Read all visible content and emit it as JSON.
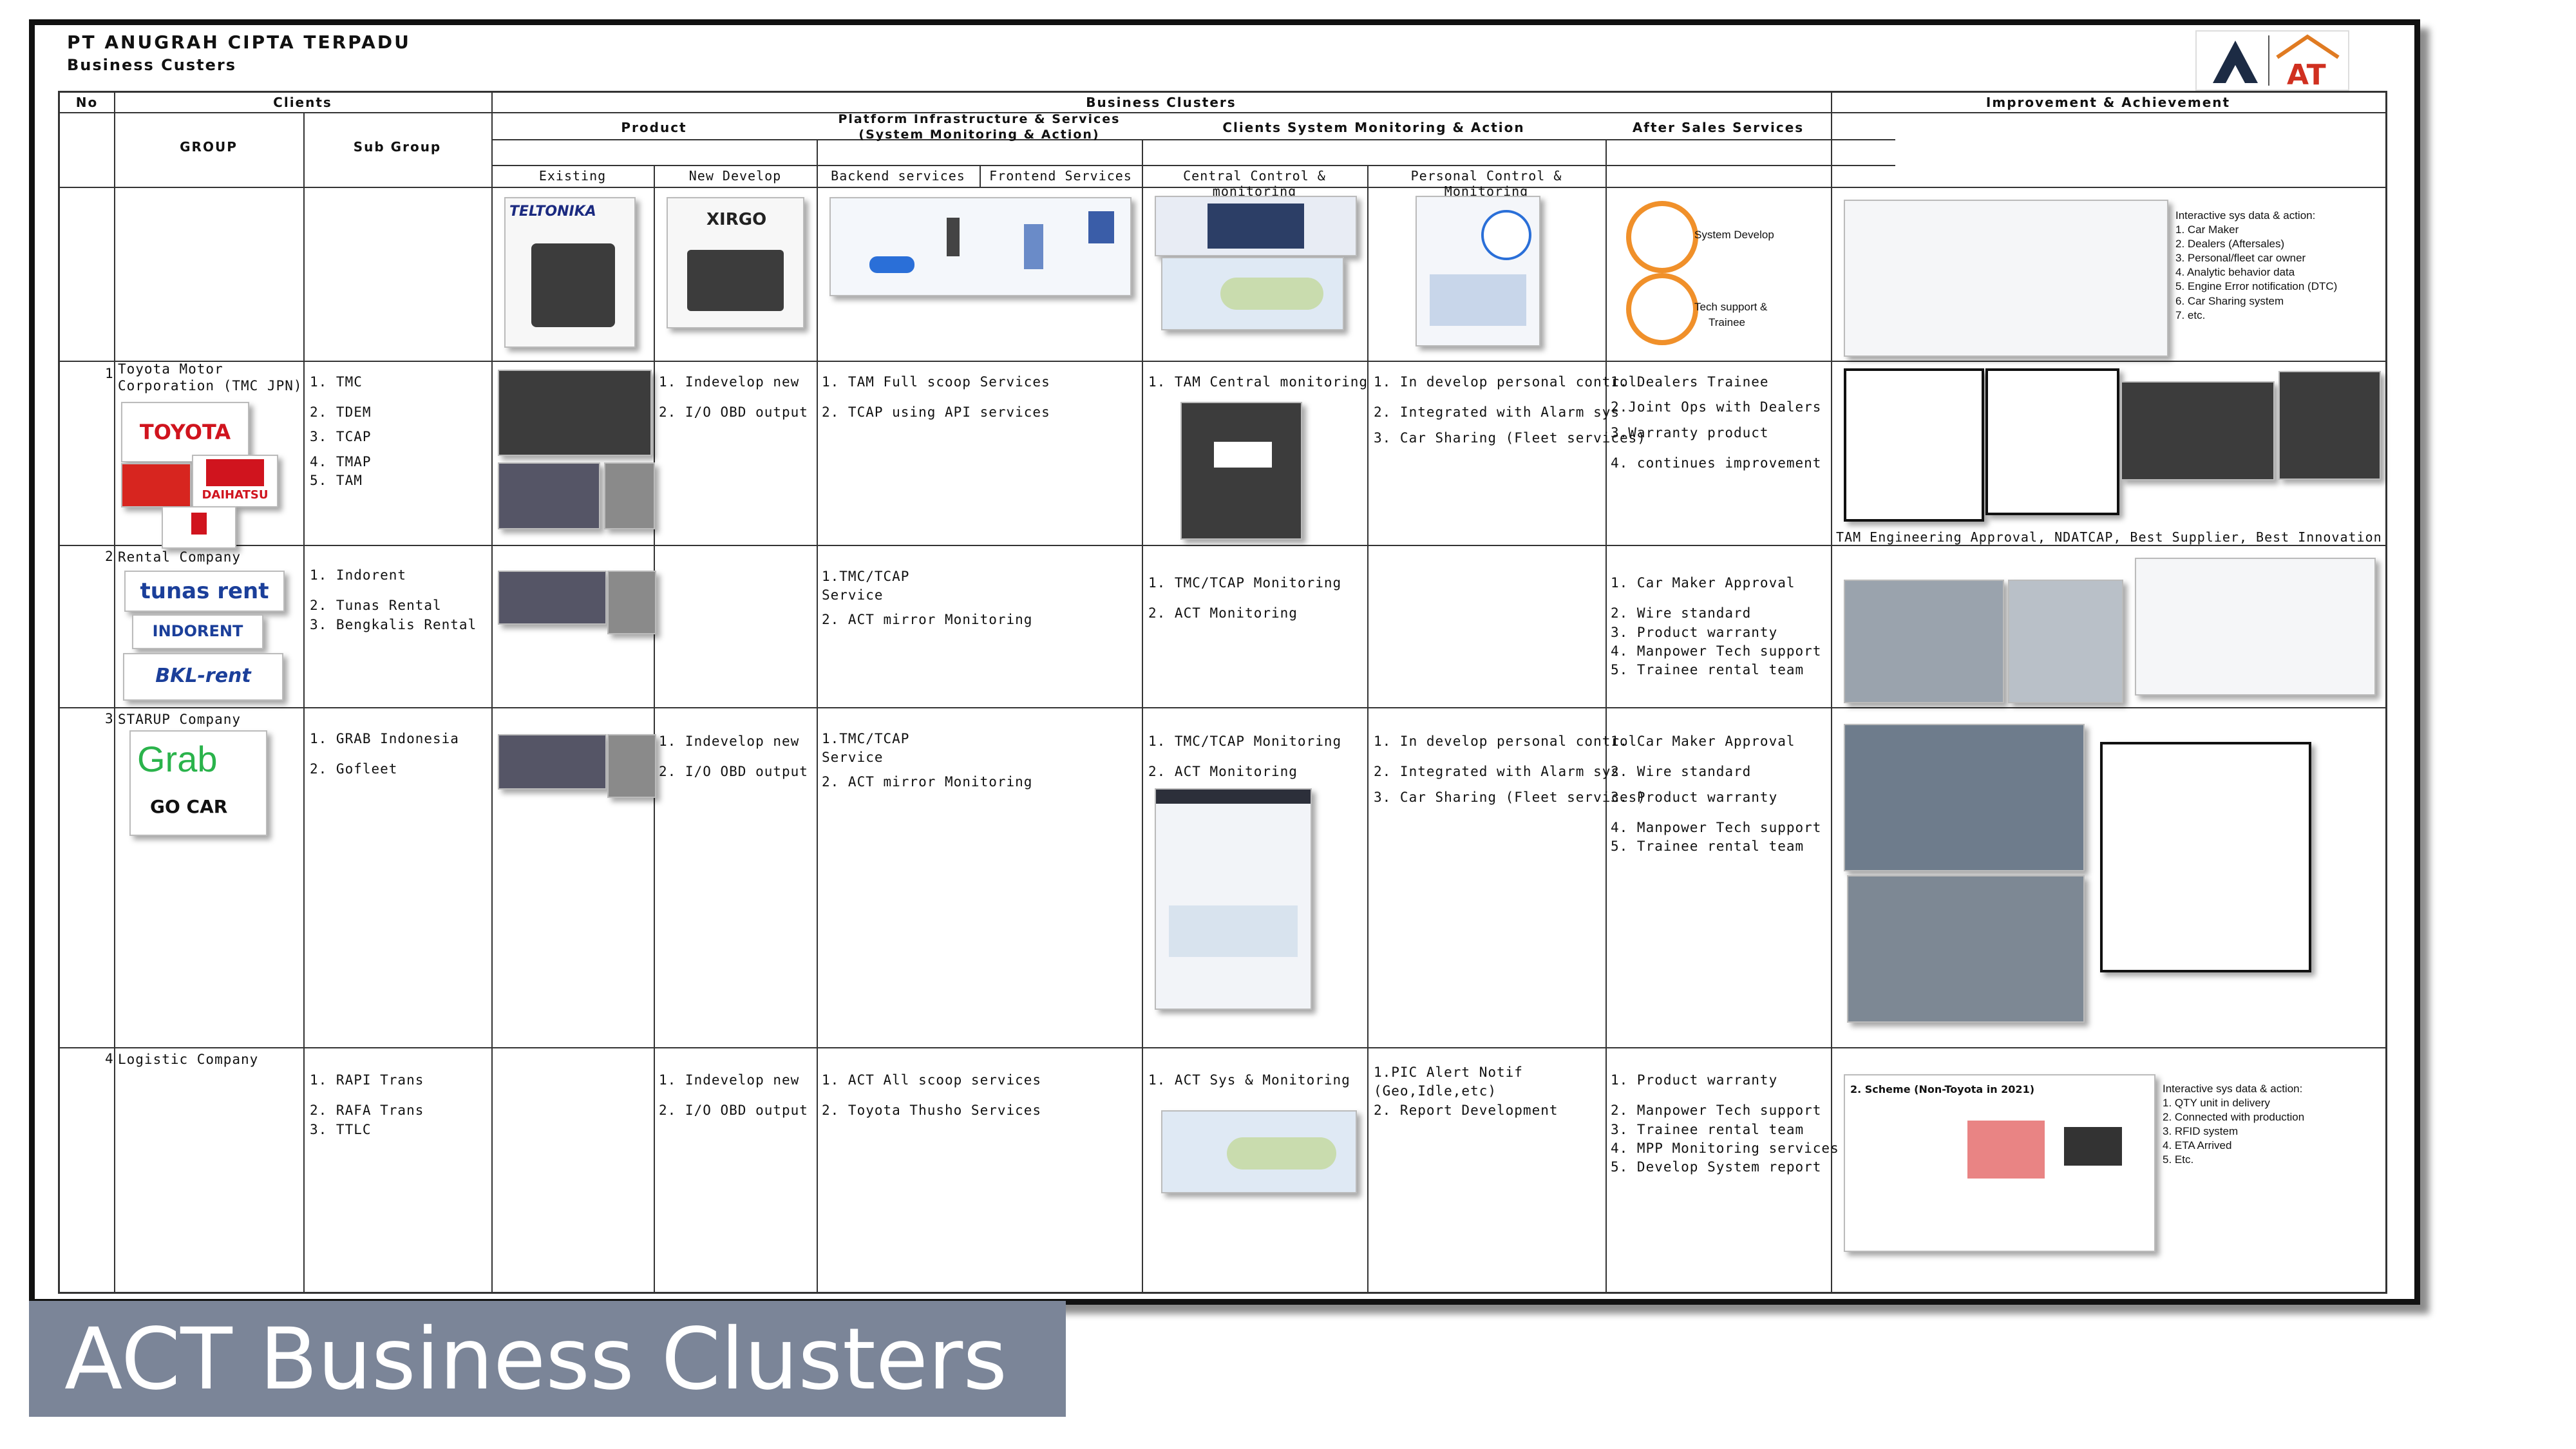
{
  "header": {
    "company": "PT ANUGRAH CIPTA TERPADU",
    "subtitle": "Business Custers",
    "logo_text": "AT"
  },
  "columns": {
    "no": "No",
    "clients": "Clients",
    "group": "GROUP",
    "sub_group": "Sub Group",
    "business_clusters": "Business Clusters",
    "product": "Product",
    "existing": "Existing",
    "new_develop": "New Develop",
    "platform_line1": "Platform Infrastructure & Services",
    "platform_line2": "(System Monitoring & Action)",
    "backend": "Backend services",
    "frontend": "Frontend Services",
    "csm": "Clients System Monitoring & Action",
    "central": "Central Control & monitoring",
    "personal": "Personal Control & Monitoring",
    "after_sales": "After Sales Services",
    "improvement": "Improvement & Achievement"
  },
  "overview": {
    "brand_teltonika": "TELTONIKA",
    "brand_xirgo": "XIRGO",
    "after_sales_labels": [
      "System Develop",
      "Tech support &",
      "Trainee"
    ],
    "improvement_notes": [
      "Interactive sys data & action:",
      "1. Car Maker",
      "2. Dealers (Aftersales)",
      "3. Personal/fleet car owner",
      "4. Analytic behavior data",
      "5. Engine Error notification (DTC)",
      "6. Car Sharing system",
      "7. etc."
    ]
  },
  "rows": [
    {
      "no": "1",
      "group": [
        "Toyota Motor",
        "Corporation (TMC JPN)"
      ],
      "brands": [
        "TOYOTA",
        "DAIHATSU"
      ],
      "sub_group": [
        "1. TMC",
        "2. TDEM",
        "3. TCAP",
        "4. TMAP",
        "5. TAM"
      ],
      "new_develop": [
        "1. Indevelop new",
        "2. I/O OBD output"
      ],
      "platform": [
        "1. TAM Full scoop Services",
        "2. TCAP using API services"
      ],
      "central": [
        "1. TAM Central monitoring"
      ],
      "personal": [
        "1. In develop personal control",
        "2. Integrated with Alarm sys",
        "3. Car Sharing (Fleet services)"
      ],
      "after_sales": [
        "1. Dealers Trainee",
        "2.Joint Ops with Dealers",
        "3.Warranty product",
        "4. continues improvement"
      ],
      "caption": "TAM Engineering Approval, NDATCAP, Best Supplier, Best Innovation"
    },
    {
      "no": "2",
      "group": [
        "Rental Company"
      ],
      "brands": [
        "tunas rent",
        "INDORENT",
        "BKL-rent"
      ],
      "sub_group": [
        "1. Indorent",
        "2. Tunas Rental",
        "3. Bengkalis Rental"
      ],
      "new_develop": [],
      "platform": [
        "1.TMC/TCAP",
        "Service",
        "2. ACT mirror Monitoring"
      ],
      "central": [
        "1. TMC/TCAP Monitoring",
        "2. ACT Monitoring"
      ],
      "personal": [],
      "after_sales": [
        "1. Car Maker Approval",
        "2. Wire standard",
        "3. Product warranty",
        "4. Manpower Tech support",
        "5. Trainee rental team"
      ]
    },
    {
      "no": "3",
      "group": [
        "STARUP Company"
      ],
      "brands": [
        "Grab",
        "GO CAR"
      ],
      "sub_group": [
        "1. GRAB Indonesia",
        "2. Gofleet"
      ],
      "new_develop": [
        "1. Indevelop new",
        "2. I/O OBD output"
      ],
      "platform": [
        "1.TMC/TCAP",
        "Service",
        "2. ACT mirror Monitoring"
      ],
      "central": [
        "1. TMC/TCAP Monitoring",
        "2. ACT Monitoring"
      ],
      "personal": [
        "1. In develop personal control",
        "2. Integrated with Alarm sys",
        "3. Car Sharing (Fleet services)"
      ],
      "after_sales": [
        "1. Car Maker Approval",
        "2. Wire standard",
        "3. Product warranty",
        "4. Manpower Tech support",
        "5. Trainee rental team"
      ]
    },
    {
      "no": "4",
      "group": [
        "Logistic Company"
      ],
      "brands": [],
      "sub_group": [
        "1. RAPI Trans",
        "2. RAFA Trans",
        "3. TTLC"
      ],
      "new_develop": [
        "1. Indevelop new",
        "2. I/O OBD output"
      ],
      "platform": [
        "1. ACT All scoop services",
        "2. Toyota Thusho Services"
      ],
      "central": [
        "1. ACT Sys & Monitoring"
      ],
      "personal": [
        "1.PIC Alert Notif",
        "(Geo,Idle,etc)",
        "2. Report Development"
      ],
      "after_sales": [
        "1. Product warranty",
        "2. Manpower Tech support",
        "3. Trainee rental team",
        "4. MPP Monitoring services",
        "5. Develop System report"
      ],
      "improvement_notes": [
        "Interactive sys data & action:",
        "1. QTY unit in delivery",
        "2. Connected with production",
        "3. RFID system",
        "4. ETA Arrived",
        "5. Etc."
      ],
      "scheme_title": "2. Scheme (Non-Toyota in 2021)"
    }
  ],
  "banner": "ACT Business Clusters"
}
